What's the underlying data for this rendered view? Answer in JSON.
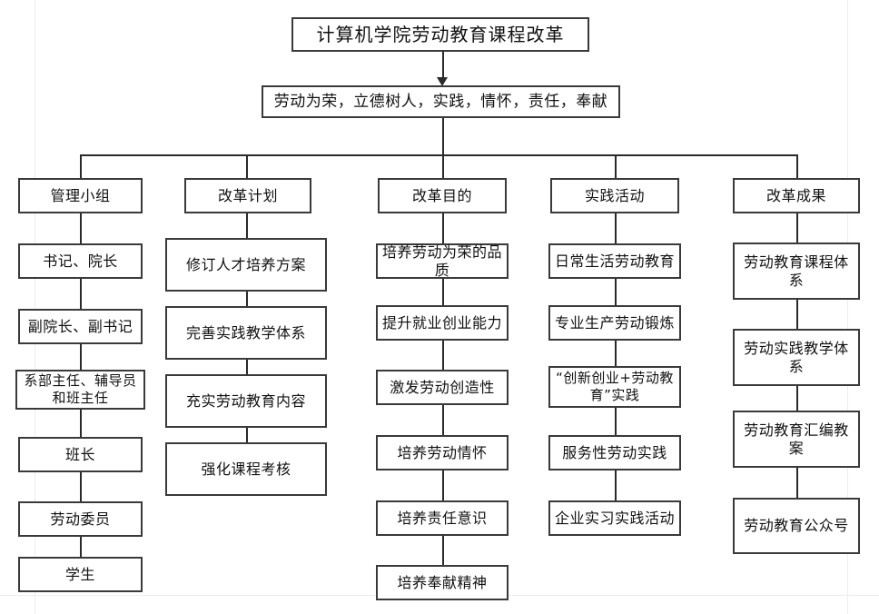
{
  "diagram": {
    "title_box": {
      "label": "计算机学院劳动教育课程改革"
    },
    "motto_box": {
      "label": "劳动为荣，立德树人，实践，情怀，责任，奉献"
    },
    "columns": [
      {
        "header": "管理小组",
        "items": [
          "书记、院长",
          "副院长、副书记",
          "系部主任、辅导员和班主任",
          "班长",
          "劳动委员",
          "学生"
        ]
      },
      {
        "header": "改革计划",
        "items": [
          "修订人才培养方案",
          "完善实践教学体系",
          "充实劳动教育内容",
          "强化课程考核"
        ]
      },
      {
        "header": "改革目的",
        "items": [
          "培养劳动为荣的品质",
          "提升就业创业能力",
          "激发劳动创造性",
          "培养劳动情怀",
          "培养责任意识",
          "培养奉献精神"
        ]
      },
      {
        "header": "实践活动",
        "items": [
          "日常生活劳动教育",
          "专业生产劳动锻炼",
          "“创新创业+劳动教育”实践",
          "服务性劳动实践",
          "企业实习实践活动"
        ]
      },
      {
        "header": "改革成果",
        "items": [
          "劳动教育课程体系",
          "劳动实践教学体系",
          "劳动教育汇编教案",
          "劳动教育公众号"
        ]
      }
    ],
    "colors": {
      "border": "#3a3a3a",
      "line": "#2a2a2a",
      "background": "#ffffff",
      "text": "#111111"
    }
  }
}
